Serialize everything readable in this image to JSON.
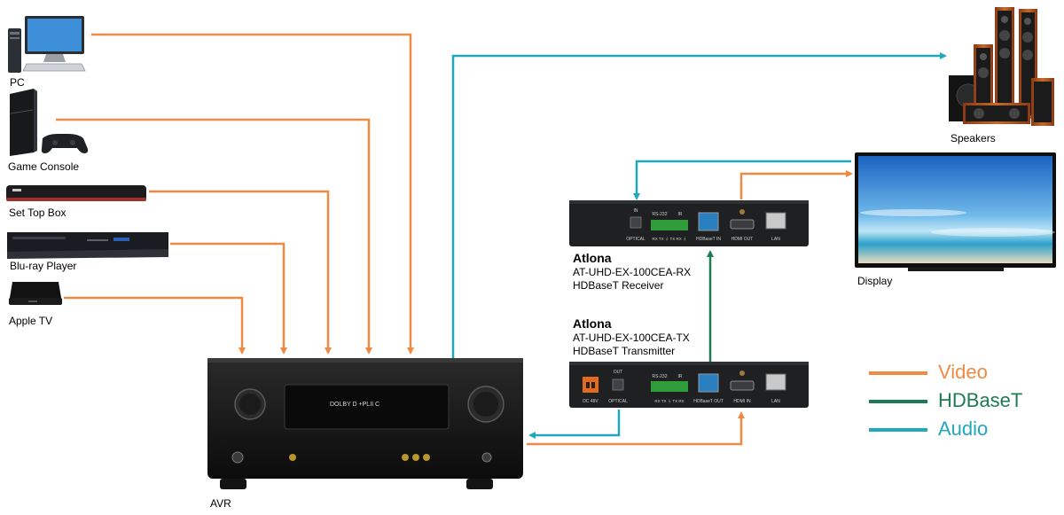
{
  "sources": [
    {
      "label": "PC",
      "icon": "pc-icon"
    },
    {
      "label": "Game Console",
      "icon": "game-console-icon"
    },
    {
      "label": "Set Top Box",
      "icon": "set-top-box-icon"
    },
    {
      "label": "Blu-ray Player",
      "icon": "blu-ray-player-icon"
    },
    {
      "label": "Apple TV",
      "icon": "apple-tv-icon"
    }
  ],
  "avr": {
    "label": "AVR",
    "display_text": "DOLBY D +PLII C"
  },
  "speakers": {
    "label": "Speakers"
  },
  "display": {
    "label": "Display"
  },
  "receiver": {
    "brand": "Atlona",
    "model": "AT-UHD-EX-100CEA-RX",
    "type": "HDBaseT Receiver",
    "ports": {
      "optical": "OPTICAL",
      "rs232": "RS-232",
      "ir": "IR",
      "pins": "RX TX ⏚ TX RX ⏚",
      "hdbaset": "HDBaseT IN",
      "hdmi": "HDMI OUT",
      "lan": "LAN",
      "in": "IN"
    }
  },
  "transmitter": {
    "brand": "Atlona",
    "model": "AT-UHD-EX-100CEA-TX",
    "type": "HDBaseT Transmitter",
    "ports": {
      "power": "DC 48V",
      "optical": "OPTICAL",
      "out": "OUT",
      "rs232": "RS-232",
      "ir": "IR",
      "pins": "RX TX ⏚ TX RX",
      "hdbaset": "HDBaseT OUT",
      "hdmi": "HDMI IN",
      "lan": "LAN"
    }
  },
  "legend": [
    {
      "label": "Video",
      "color": "#ee8a44"
    },
    {
      "label": "HDBaseT",
      "color": "#1e7c52"
    },
    {
      "label": "Audio",
      "color": "#20a8bd"
    }
  ],
  "colors": {
    "video": "#ee8a44",
    "hdbaset": "#1e7c52",
    "audio": "#20a8bd"
  }
}
